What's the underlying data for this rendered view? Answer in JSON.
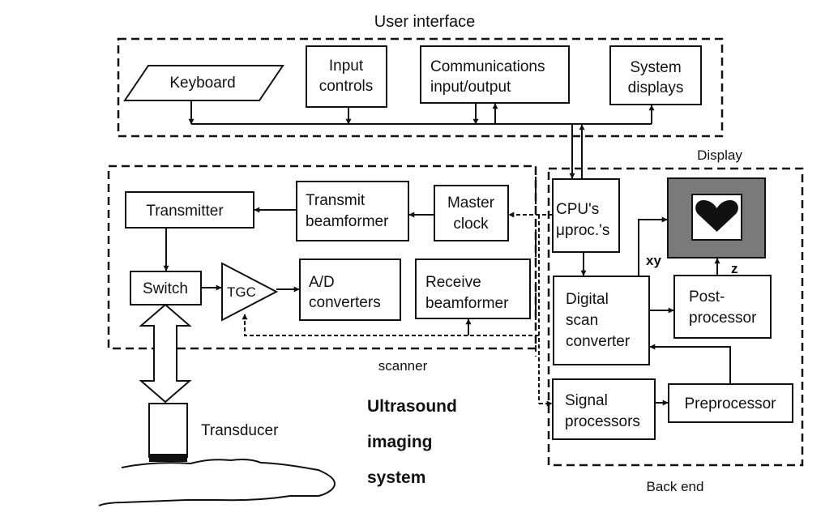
{
  "regions": {
    "user_interface": "User interface",
    "display": "Display",
    "scanner": "scanner",
    "back_end": "Back end"
  },
  "blocks": {
    "keyboard": "Keyboard",
    "input_controls": [
      "Input",
      "controls"
    ],
    "communications": [
      "Communications",
      "input/output"
    ],
    "system_displays": [
      "System",
      "displays"
    ],
    "transmitter": "Transmitter",
    "transmit_beamformer": [
      "Transmit",
      "beamformer"
    ],
    "master_clock": [
      "Master",
      "clock"
    ],
    "cpu": [
      "CPU's",
      "μproc.'s"
    ],
    "switch": "Switch",
    "tgc": "TGC",
    "ad_converters": [
      "A/D",
      "converters"
    ],
    "receive_beamformer": [
      "Receive",
      "beamformer"
    ],
    "digital_scan_converter": [
      "Digital",
      "scan",
      "converter"
    ],
    "post_processor": [
      "Post-",
      "processor"
    ],
    "signal_processors": [
      "Signal",
      "processors"
    ],
    "preprocessor": "Preprocessor"
  },
  "labels": {
    "xy": "xy",
    "z": "z",
    "transducer": "Transducer",
    "title_lines": [
      "Ultrasound",
      "imaging",
      "system"
    ]
  },
  "colors": {
    "monitor_frame": "#7a7a7a",
    "ink": "#111111"
  },
  "icons": {
    "display_symbol": "heart-icon"
  }
}
